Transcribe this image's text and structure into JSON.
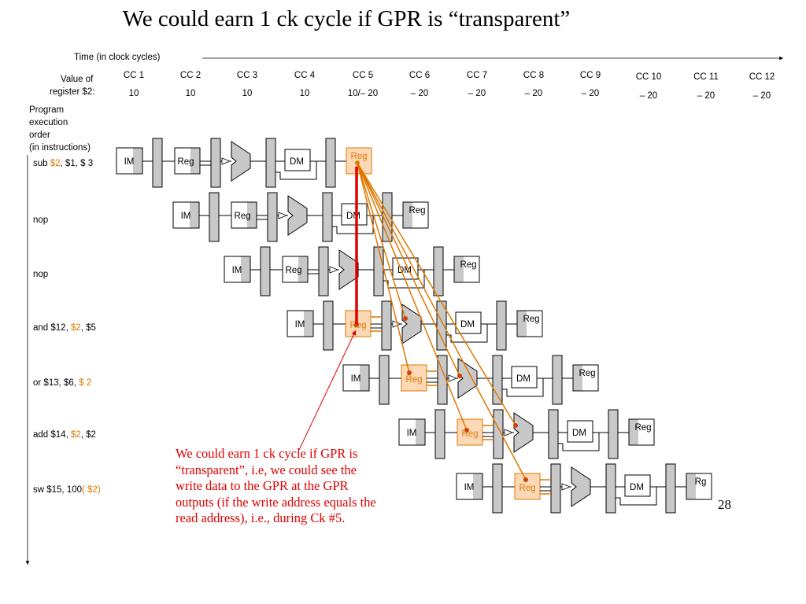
{
  "title": "We could earn 1 ck cycle if GPR is “transparent”",
  "time_label": "Time (in clock cycles)",
  "register_label_1": "Value of",
  "register_label_2": "register $2:",
  "program_order": [
    "Program",
    "execution",
    "order",
    "(in instructions)"
  ],
  "clock_cycles": [
    "CC 1",
    "CC 2",
    "CC 3",
    "CC 4",
    "CC 5",
    "CC 6",
    "CC 7",
    "CC 8",
    "CC 9",
    "CC 10",
    "CC 11",
    "CC 12"
  ],
  "register_values": [
    "10",
    "10",
    "10",
    "10",
    "10/– 20",
    "– 20",
    "– 20",
    "– 20",
    "– 20",
    "– 20",
    "– 20",
    "– 20"
  ],
  "instructions": [
    {
      "pre": "sub ",
      "hl": "$2",
      "post": ", $1, $ 3"
    },
    {
      "pre": "nop",
      "hl": "",
      "post": ""
    },
    {
      "pre": "nop",
      "hl": "",
      "post": ""
    },
    {
      "pre": "and $12, ",
      "hl": "$2",
      "post": ",  $5"
    },
    {
      "pre": "or $13, $6, ",
      "hl": "$ 2",
      "post": ""
    },
    {
      "pre": "add $14, ",
      "hl": "$2",
      "post": ",  $2"
    },
    {
      "pre": "sw $15, 100",
      "hl": "( $2)",
      "post": ""
    }
  ],
  "stage_labels": {
    "im": "IM",
    "reg": "Reg",
    "dm": "DM",
    "reg_cut": "Rg"
  },
  "annotation": "We could earn 1 ck cycle if GPR is “transparent”, i.e, we could see the write data to the GPR at the GPR outputs (if the write address equals the read address), i.e., during Ck #5.",
  "page_number": "28",
  "colors": {
    "highlight": "#e07800",
    "highlight_fill": "#fcd9b6",
    "annotation": "#e00000",
    "block_gray": "#c8c8c8"
  }
}
